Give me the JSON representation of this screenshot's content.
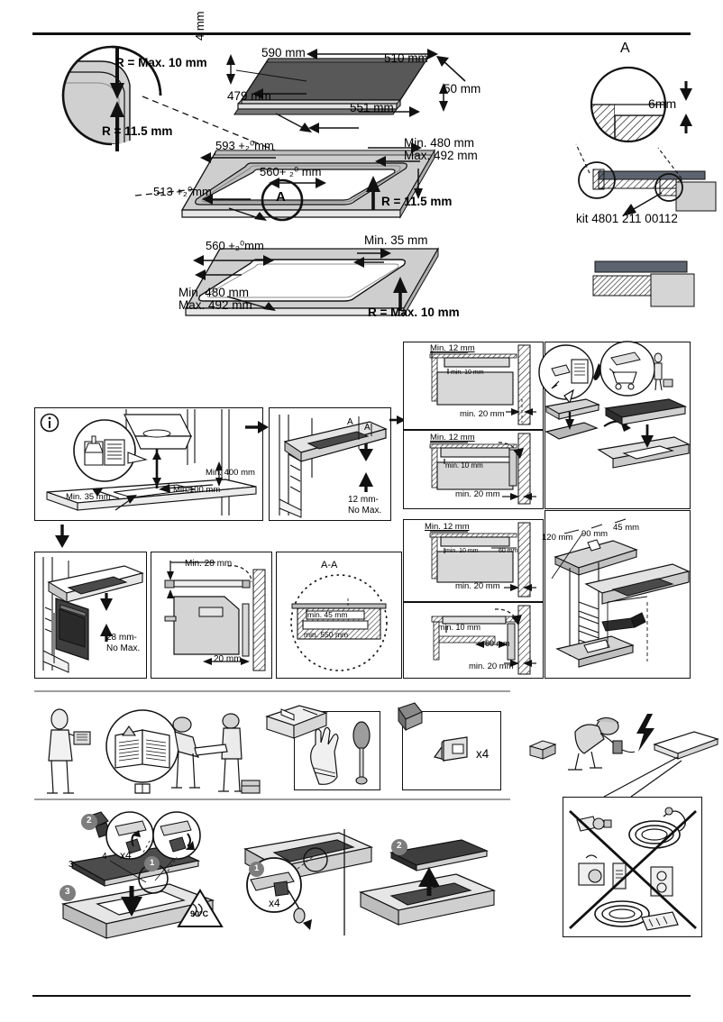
{
  "document": {
    "kind": "appliance-installation-diagram",
    "title": "Induction hob installation dimensions and mounting instructions"
  },
  "colors": {
    "line": "#111111",
    "worktop_light": "#d8d8d8",
    "worktop_mid": "#bdbdbd",
    "glass_dark": "#4a4a4a",
    "glass_darker": "#3a3a3a",
    "hatch": "#6e6e6e",
    "badge": "#7d7d7d",
    "panel_fill": "#d3d3d3"
  },
  "section_hob_dimensions": {
    "corner_detail": {
      "radius_max": "R = Max. 10 mm",
      "radius_value": "R = 11.5 mm"
    },
    "hob": {
      "width": "590 mm",
      "depth": "510 mm",
      "inner_depth": "479 mm",
      "inner_width": "551 mm",
      "glass_thickness": "4 mm",
      "body_height": "50 mm"
    },
    "cutout_flush": {
      "width": "593 +₂⁰mm",
      "inner_width": "560+ ₂⁰ mm",
      "depth": "513 +₂⁰mm",
      "depth_range_min": "Min. 480 mm",
      "depth_range_max": "Max. 492 mm",
      "radius": "R = 11.5 mm",
      "callout_label": "A"
    },
    "cutout_standard": {
      "width": "560 +₂⁰mm",
      "edge_min": "Min. 35 mm",
      "depth_range_min": "Min. 480 mm",
      "depth_range_max": "Max. 492 mm",
      "radius": "R = Max. 10 mm"
    },
    "detail_a": {
      "label": "A",
      "step": "6mm",
      "kit": "kit 4801 211 00112"
    }
  },
  "section_clearances": {
    "panel_hood": {
      "info_icon": "i",
      "hood_min_height": "Min. 400 mm",
      "side_clearance": "Min. 35 mm",
      "rear_clearance": "Min.100 mm"
    },
    "panel_worktop": {
      "section_marker_left": "A",
      "section_marker_right": "A",
      "overhang": "12 mm-\nNo Max."
    },
    "panel_oven": {
      "gap": "28 mm-\nNo Max."
    },
    "panel_oven_section": {
      "top_gap": "Min. 28 mm",
      "rear_gap": "20 mm"
    },
    "panel_aa": {
      "label": "A-A",
      "gap": "min. 45 mm",
      "width": "min. 550 mm"
    },
    "panel_sections": [
      {
        "id": "section-1",
        "top": "Min. 12 mm",
        "inner": "min. 10 mm",
        "rear": "min. 20 mm",
        "depth": ""
      },
      {
        "id": "section-2",
        "top": "Min. 12 mm",
        "inner": "min. 10 mm",
        "rear": "min. 20 mm",
        "depth": ""
      },
      {
        "id": "section-3",
        "top": "Min. 12 mm",
        "inner": "min. 10 mm",
        "rear": "min. 20 mm",
        "depth": "60 mm"
      },
      {
        "id": "section-4",
        "top": "",
        "inner": "min. 10 mm",
        "rear": "min. 20 mm",
        "depth": "60 mm"
      }
    ],
    "panel_drawer": {
      "dim_a": "120 mm",
      "dim_b": "90 mm",
      "dim_c": "45 mm"
    }
  },
  "section_prepare": {
    "read_manual": "read-manual-figure",
    "two_installers": "two-person-handling-figure",
    "tools": {
      "toolbox": "toolbox-icon",
      "gloves": "protective-gloves-icon",
      "screwdriver": "screwdriver-icon"
    },
    "brackets": {
      "item": "mounting-bracket",
      "quantity": "x4"
    },
    "electrical": {
      "worker": "electrician-figure",
      "bolt": "electric-hazard-icon",
      "forbidden_panel": "no-multiplug-no-extension-cord"
    }
  },
  "section_mounting": {
    "install_steps": {
      "step1": "1",
      "step2": "2",
      "step3": "3",
      "step4": "4",
      "bracket_qty": "x4",
      "heat_warning": "90°C"
    },
    "removal_steps": {
      "step1": "1",
      "step2": "2",
      "bracket_qty": "x4"
    }
  }
}
